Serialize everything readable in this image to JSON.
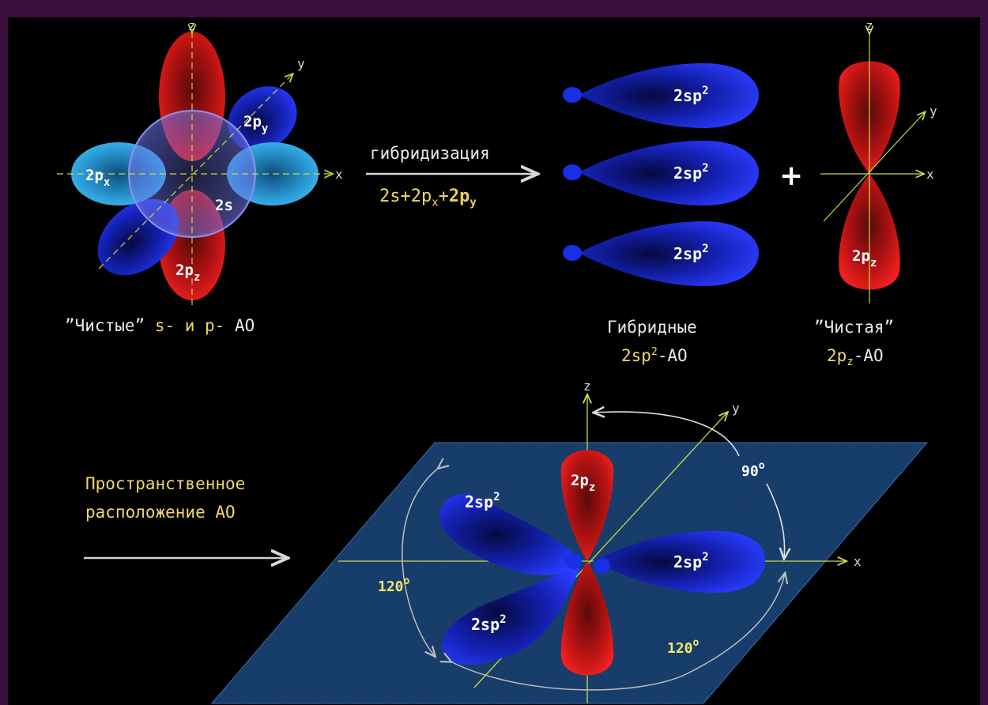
{
  "labels": {
    "pure_ao_caption": "”Чистые” s- и p- АО",
    "pure_ao_part1": "”Чистые”",
    "pure_ao_part2": "s- и p-",
    "pure_ao_part3": "АО",
    "hybridization": "гибридизация",
    "reaction_part1": "2s+2p",
    "reaction_sub_x": "x",
    "reaction_part2": "+",
    "reaction_part3": "2p",
    "reaction_sub_y": "y",
    "hybrid_caption_line1": "Гибридные",
    "hybrid_caption_line2_a": "2sp",
    "hybrid_caption_line2_sup": "2",
    "hybrid_caption_line2_b": "-АО",
    "pure_pz_line1": "”Чистая”",
    "pure_pz_line2_a": "2p",
    "pure_pz_line2_sub": "z",
    "pure_pz_line2_b": "-АО",
    "spatial_line1": "Пространственное",
    "spatial_line2": "расположение АО",
    "plus": "+"
  },
  "orbitals": {
    "px": "2p",
    "px_sub": "x",
    "py": "2p",
    "py_sub": "y",
    "pz": "2p",
    "pz_sub": "z",
    "s": "2s",
    "sp2": "2sp",
    "sp2_sup": "2"
  },
  "axes": {
    "x": "x",
    "y": "y",
    "z": "z"
  },
  "angles": {
    "a90": "90",
    "a120_left": "120",
    "a120_bottom": "120",
    "deg": "o"
  },
  "colors": {
    "p_lobe": "#e01818",
    "sp2_lobe": "#1a2ee6",
    "px_lobe": "#35b6ee",
    "s_sphere": "#5a63d6",
    "axis": "#c9d84a",
    "plane": "#16365f",
    "text_white": "#e8e8e8",
    "text_yellow": "#f2d66a"
  }
}
